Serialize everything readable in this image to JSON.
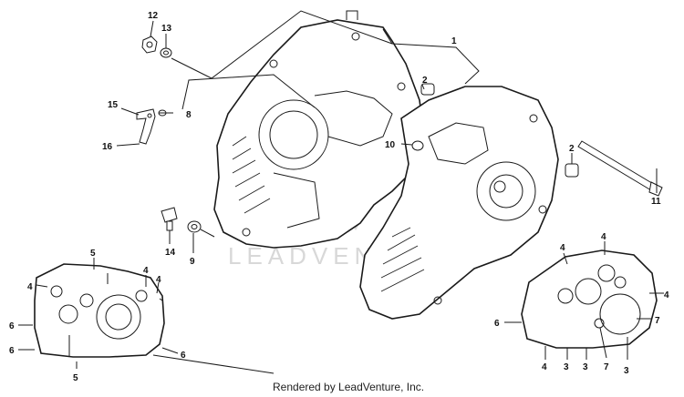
{
  "watermark": "LEADVENTURE",
  "credit": "Rendered by LeadVenture, Inc.",
  "callouts": {
    "c12": "12",
    "c13": "13",
    "c1": "1",
    "c2a": "2",
    "c2b": "2",
    "c15": "15",
    "c8": "8",
    "c16": "16",
    "c10": "10",
    "c11": "11",
    "c14": "14",
    "c9": "9",
    "l5a": "5",
    "l4a": "4",
    "l4b": "4",
    "l4c": "4",
    "l6a": "6",
    "l6b": "6",
    "l6c": "6",
    "l5b": "5",
    "r4a": "4",
    "r4b": "4",
    "r4c": "4",
    "r6": "6",
    "r7a": "7",
    "r7b": "7",
    "r4d": "4",
    "r3a": "3",
    "r3b": "3",
    "r3c": "3"
  },
  "colors": {
    "ink": "#1a1a1a",
    "watermark": "#d8d8d8",
    "background": "#ffffff"
  }
}
